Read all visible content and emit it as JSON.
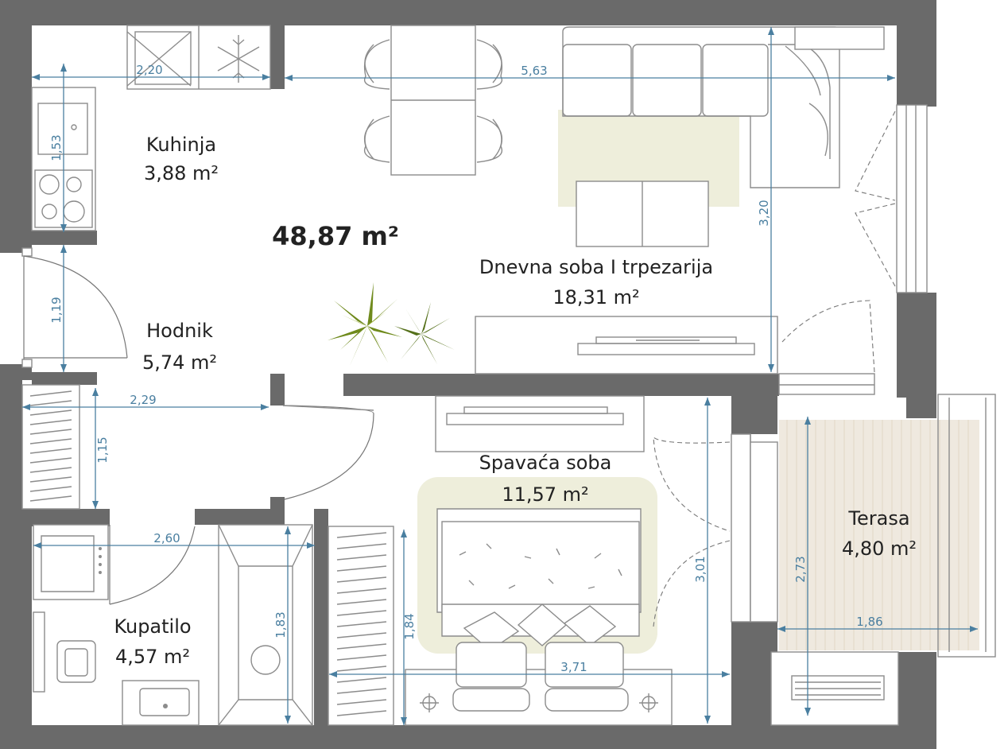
{
  "plan": {
    "total_area": "48,87 m²",
    "rooms": {
      "kitchen": {
        "name": "Kuhinja",
        "area": "3,88 m²"
      },
      "living": {
        "name": "Dnevna soba I trpezarija",
        "area": "18,31 m²"
      },
      "hall": {
        "name": "Hodnik",
        "area": "5,74 m²"
      },
      "bedroom": {
        "name": "Spavaća soba",
        "area": "11,57 m²"
      },
      "terrace": {
        "name": "Terasa",
        "area": "4,80 m²"
      },
      "bathroom": {
        "name": "Kupatilo",
        "area": "4,57 m²"
      }
    },
    "dimensions": {
      "kitchen_width": "2,20",
      "living_width": "5,63",
      "kitchen_depth": "1,53",
      "living_depth": "3,20",
      "hall_entry": "1,19",
      "closet_width": "2,29",
      "closet_depth": "1,15",
      "bath_width": "2,60",
      "shower_depth": "1,83",
      "wardrobe_depth": "1,84",
      "bedroom_width": "3,71",
      "bedroom_depth": "3,01",
      "terrace_depth": "2,73",
      "terrace_width": "1,86"
    },
    "colors": {
      "wall": "#6a6a6a",
      "dimension": "#4a7fa0",
      "rug": "#eeeedb",
      "terrace_floor": "#efe9df",
      "plant": "#6f8a1c"
    }
  }
}
